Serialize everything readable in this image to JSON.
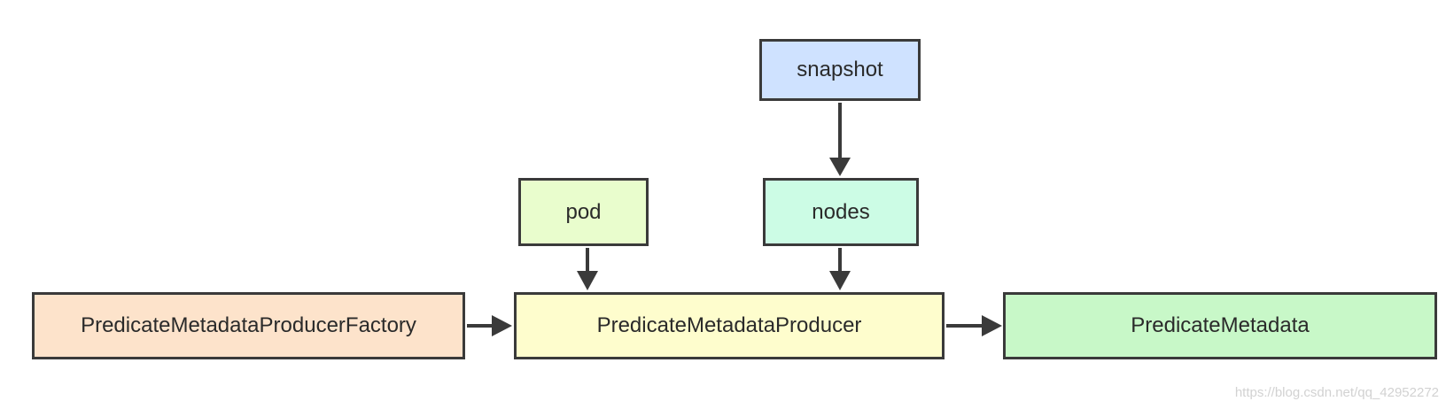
{
  "diagram": {
    "nodes": {
      "snapshot": {
        "label": "snapshot",
        "fill": "#cfe2ff"
      },
      "pod": {
        "label": "pod",
        "fill": "#e9fdcd"
      },
      "nodes": {
        "label": "nodes",
        "fill": "#ccfce5"
      },
      "factory": {
        "label": "PredicateMetadataProducerFactory",
        "fill": "#fde3cb"
      },
      "producer": {
        "label": "PredicateMetadataProducer",
        "fill": "#fefdcd"
      },
      "metadata": {
        "label": "PredicateMetadata",
        "fill": "#c8f8c8"
      }
    },
    "edges": [
      {
        "from": "snapshot",
        "to": "nodes"
      },
      {
        "from": "pod",
        "to": "producer"
      },
      {
        "from": "nodes",
        "to": "producer"
      },
      {
        "from": "factory",
        "to": "producer"
      },
      {
        "from": "producer",
        "to": "metadata"
      }
    ],
    "border_color": "#3a3a3a",
    "arrow_color": "#3a3a3a"
  },
  "watermark": "https://blog.csdn.net/qq_42952272"
}
